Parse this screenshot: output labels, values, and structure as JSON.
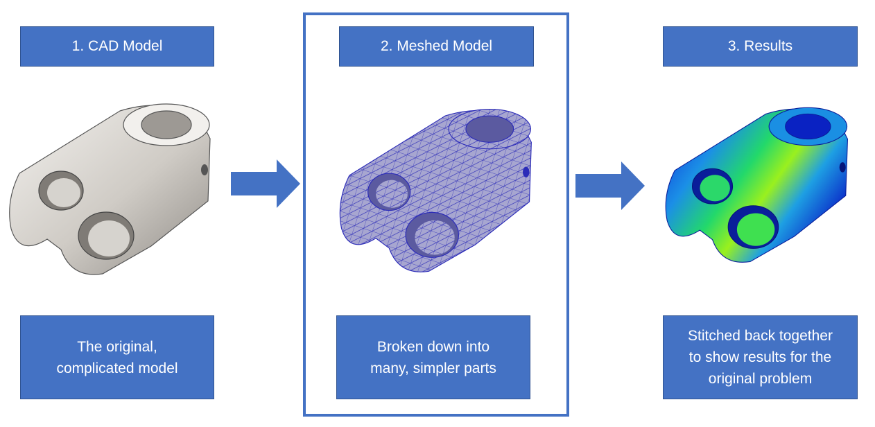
{
  "steps": [
    {
      "title": "1. CAD Model",
      "description": [
        "The original,",
        "complicated model"
      ]
    },
    {
      "title": "2. Meshed Model",
      "description": [
        "Broken down into",
        "many, simpler parts"
      ]
    },
    {
      "title": "3. Results",
      "description": [
        "Stitched back together",
        "to show results for the",
        "original problem"
      ]
    }
  ],
  "colors": {
    "accent": "#4472c4",
    "box_border": "#2f528f",
    "mesh_fill": "#a7a6d0",
    "mesh_line": "#2b2bb8",
    "cad_fill": "#d9d5cf",
    "result_low": "#0a2fd8",
    "result_mid": "#19e05a",
    "result_high": "#b7f31a"
  },
  "icons": [
    "arrow-right-icon",
    "cad-part-icon",
    "meshed-part-icon",
    "results-part-icon"
  ]
}
